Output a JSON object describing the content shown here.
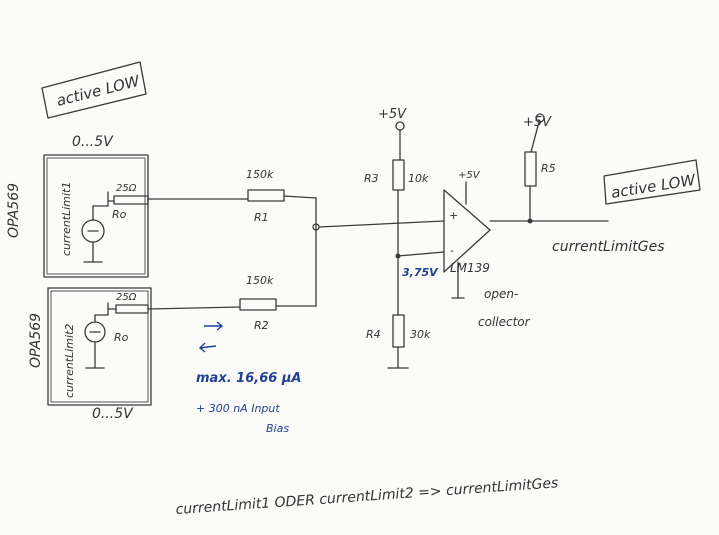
{
  "labels": {
    "active_low_left": "active LOW",
    "range_top": "0...5V",
    "range_bottom": "0...5V",
    "chip_top": "OPA569",
    "chip_bottom": "OPA569",
    "block_top": "currentLimit1",
    "block_bottom": "currentLimit2",
    "r_sense_top": "25Ω",
    "r_sense_bottom": "25Ω",
    "ro_top": "Ro",
    "ro_bottom": "Ro",
    "r1_value": "150k",
    "r1_name": "R1",
    "r2_value": "150k",
    "r2_name": "R2",
    "vcc_left": "+5V",
    "vcc_right": "+5V",
    "vcc_comp": "+5V",
    "r3_name": "R3",
    "r3_value": "10k",
    "r4_name": "R4",
    "r4_value": "30k",
    "r5_name": "R5",
    "vref": "3,75V",
    "comparator": "LM139",
    "plus": "+",
    "minus": "-",
    "open_collector_1": "open-",
    "open_collector_2": "collector",
    "active_low_right": "active LOW",
    "output": "currentLimitGes",
    "current_max": "max. 16,66 μA",
    "bias_1": "+ 300 nA  Input",
    "bias_2": "Bias",
    "footer": "currentLimit1   ODER  currentLimit2  =>  currentLimitGes"
  },
  "colors": {
    "ink": "#3a3a3a",
    "blue_ink": "#1f3f9a",
    "paper": "#fbfbfa"
  }
}
